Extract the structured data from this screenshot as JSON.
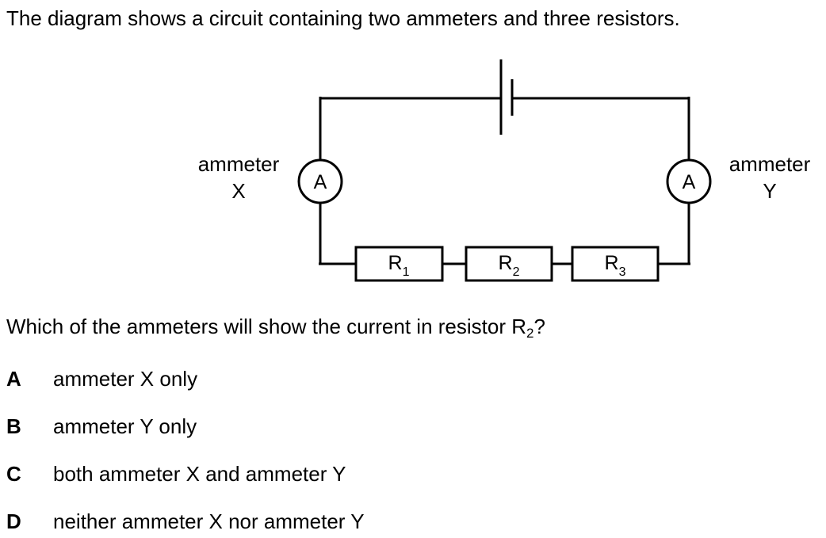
{
  "intro": "The diagram shows a circuit containing two ammeters and three resistors.",
  "diagram": {
    "ammeter_x": {
      "label_line1": "ammeter",
      "label_line2": "X",
      "symbol": "A"
    },
    "ammeter_y": {
      "label_line1": "ammeter",
      "label_line2": "Y",
      "symbol": "A"
    },
    "resistors": [
      {
        "letter": "R",
        "sub": "1"
      },
      {
        "letter": "R",
        "sub": "2"
      },
      {
        "letter": "R",
        "sub": "3"
      }
    ]
  },
  "question": {
    "text": "Which of the ammeters will show the current in resistor R",
    "sub": "2",
    "end": "?"
  },
  "options": [
    {
      "letter": "A",
      "text": "ammeter X only"
    },
    {
      "letter": "B",
      "text": "ammeter Y only"
    },
    {
      "letter": "C",
      "text": "both ammeter X and ammeter Y"
    },
    {
      "letter": "D",
      "text": "neither ammeter X nor ammeter Y"
    }
  ]
}
